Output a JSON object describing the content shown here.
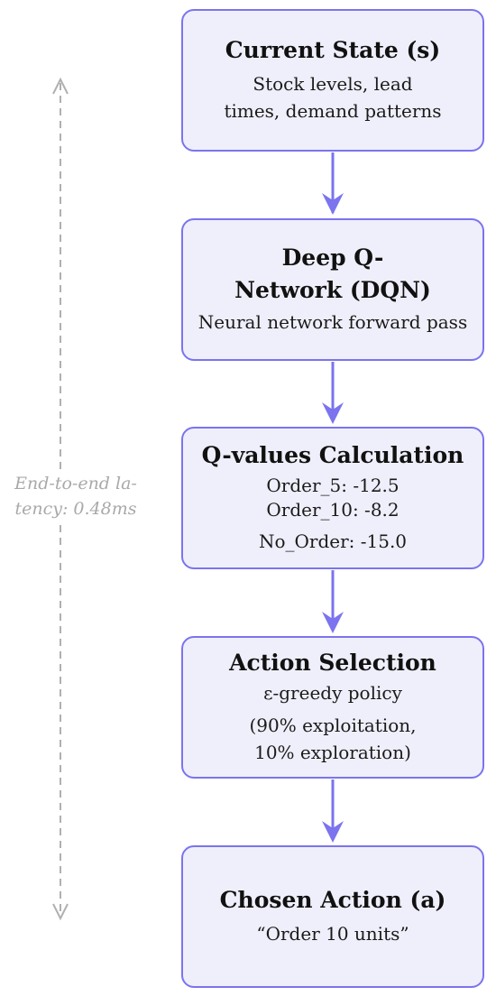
{
  "nodes": [
    {
      "title": "Current State (s)",
      "lines": [
        "Stock levels, lead",
        "times, demand patterns"
      ]
    },
    {
      "title_lines": [
        "Deep Q-",
        "Network (DQN)"
      ],
      "lines": [
        "Neural network forward pass"
      ]
    },
    {
      "title": "Q-values Calculation",
      "lines": [
        "Order_5:  -12.5",
        "Order_10:  -8.2",
        "No_Order:  -15.0"
      ]
    },
    {
      "title": "Action Selection",
      "lines": [
        "ε-greedy policy",
        "(90% exploitation,",
        "10% exploration)"
      ]
    },
    {
      "title": "Chosen Action (a)",
      "lines": [
        "“Order 10 units”"
      ]
    }
  ],
  "latency": {
    "lines": [
      "End-to-end la-",
      "tency: 0.48ms"
    ]
  },
  "colors": {
    "accent": "#7b74ee",
    "node_fill": "#efeffb",
    "latency_text": "#a9a9a9"
  }
}
